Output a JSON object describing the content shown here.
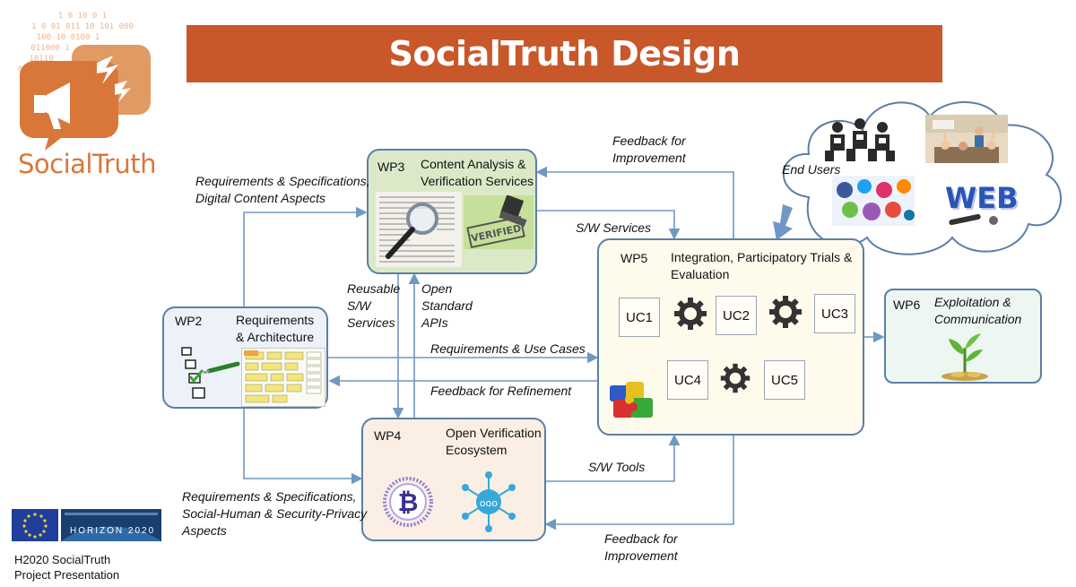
{
  "title": "SocialTruth Design",
  "logo": {
    "name": "SocialTruth",
    "binary": [
      "1 0 10 0 1",
      "1 0 01 011 10 101 000",
      "100 10 0100 1",
      "011000 1",
      "10110",
      "0110 1",
      "1 0"
    ]
  },
  "wp2": {
    "code": "WP2",
    "title_line1": "Requirements",
    "title_line2": "& Architecture"
  },
  "wp3": {
    "code": "WP3",
    "title_line1": "Content Analysis &",
    "title_line2": "Verification Services",
    "stamp": "VERIFIED"
  },
  "wp4": {
    "code": "WP4",
    "title_line1": "Open Verification",
    "title_line2": "Ecosystem"
  },
  "wp5": {
    "code": "WP5",
    "title_line1": "Integration, Participatory Trials &",
    "title_line2": "Evaluation",
    "use_cases": [
      "UC1",
      "UC2",
      "UC3",
      "UC4",
      "UC5"
    ]
  },
  "wp6": {
    "code": "WP6",
    "title_line1": "Exploitation &",
    "title_line2": "Communication"
  },
  "end_users": {
    "label": "End Users",
    "web": "WEB"
  },
  "labels": {
    "req_spec_top_1": "Requirements & Specifications,",
    "req_spec_top_2": "Digital Content Aspects",
    "feedback_top_1": "Feedback for",
    "feedback_top_2": "Improvement",
    "sw_services": "S/W Services",
    "reusable_1": "Reusable",
    "reusable_2": "S/W",
    "reusable_3": "Services",
    "open_apis_1": "Open",
    "open_apis_2": "Standard",
    "open_apis_3": "APIs",
    "req_use_cases": "Requirements & Use Cases",
    "feedback_refinement": "Feedback for Refinement",
    "sw_tools": "S/W Tools",
    "req_spec_bottom_1": "Requirements & Specifications,",
    "req_spec_bottom_2": "Social-Human & Security-Privacy",
    "req_spec_bottom_3": "Aspects",
    "feedback_bottom_1": "Feedback for",
    "feedback_bottom_2": "Improvement"
  },
  "footer": {
    "line1": "H2020 SocialTruth",
    "line2": "Project Presentation",
    "horizon": "HORIZON 2020"
  },
  "colors": {
    "title_bar": "#c8582a",
    "logo_orange": "#d9773a",
    "box_border": "#5b7fa6",
    "arrow": "#6f98c4",
    "wp3_fill": "#dbe9c8",
    "wp4_fill": "#fbeee4",
    "wp5_fill": "#fffbec",
    "wp6_fill": "#eef6f1"
  }
}
